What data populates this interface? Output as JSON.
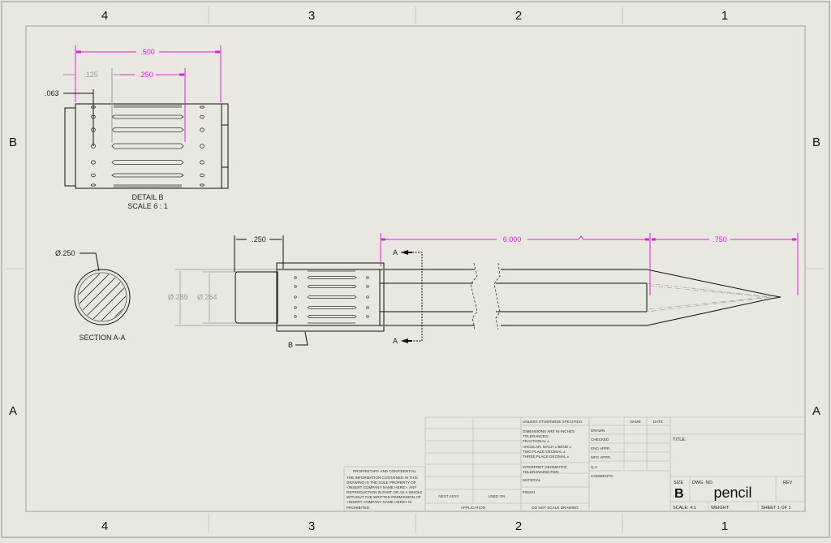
{
  "sheet": {
    "background": "#e8e8e0",
    "zones_top": [
      "4",
      "3",
      "2",
      "1"
    ],
    "zones_bottom": [
      "4",
      "3",
      "2",
      "1"
    ],
    "zones_left": [
      "B",
      "A"
    ],
    "zones_right": [
      "B",
      "A"
    ]
  },
  "colors": {
    "dimension": "#e020e0",
    "dimension_gray": "#999999",
    "geometry": "#111111",
    "border": "#bdbdb6"
  },
  "detail_b": {
    "dim_overall": ".500",
    "dim_offset": ".125",
    "dim_slot": ".250",
    "dim_hole": ".063",
    "title": "DETAIL B",
    "scale": "SCALE 6 : 1"
  },
  "section_aa": {
    "dim_diameter": "Ø.250",
    "title": "SECTION A-A"
  },
  "main_view": {
    "dim_ferrule": ".250",
    "dim_body_diameter": "Ø.289",
    "dim_ferrule_diameter": "Ø.264",
    "dim_length": "6.000",
    "dim_tip": ".750",
    "section_label_top": "A",
    "section_label_bottom": "A",
    "detail_callout": "B"
  },
  "title_block": {
    "proprietary_heading": "PROPRIETARY AND CONFIDENTIAL",
    "proprietary_text": [
      "THE INFORMATION CONTAINED IN THIS",
      "DRAWING IS THE SOLE PROPERTY OF",
      "<INSERT COMPANY NAME HERE>.  ANY",
      "REPRODUCTION IN PART OR AS A WHOLE",
      "WITHOUT THE WRITTEN PERMISSION OF",
      "<INSERT COMPANY NAME HERE> IS",
      "PROHIBITED."
    ],
    "next_assy": "NEXT ASSY",
    "used_on": "USED ON",
    "application": "APPLICATION",
    "unless_specified": "UNLESS OTHERWISE SPECIFIED:",
    "tolerances": [
      "DIMENSIONS ARE IN INCHES",
      "TOLERANCES:",
      "FRACTIONAL ±",
      "ANGULAR: MACH ±   BEND ±",
      "TWO PLACE DECIMAL    ±",
      "THREE PLACE DECIMAL  ±"
    ],
    "interpret": [
      "INTERPRET GEOMETRIC",
      "TOLERANCING PER:"
    ],
    "material": "MATERIAL",
    "finish": "FINISH",
    "do_not_scale": "DO NOT SCALE DRAWING",
    "col_name": "NAME",
    "col_date": "DATE",
    "rows": [
      "DRAWN",
      "CHECKED",
      "ENG APPR.",
      "MFG APPR.",
      "Q.A.",
      "COMMENTS:"
    ],
    "title_label": "TITLE:",
    "size_label": "SIZE",
    "size_value": "B",
    "dwg_no_label": "DWG.  NO.",
    "dwg_no_value": "pencil",
    "rev_label": "REV",
    "scale": "SCALE: 4:1",
    "weight": "WEIGHT:",
    "sheet": "SHEET 1 OF 1"
  }
}
